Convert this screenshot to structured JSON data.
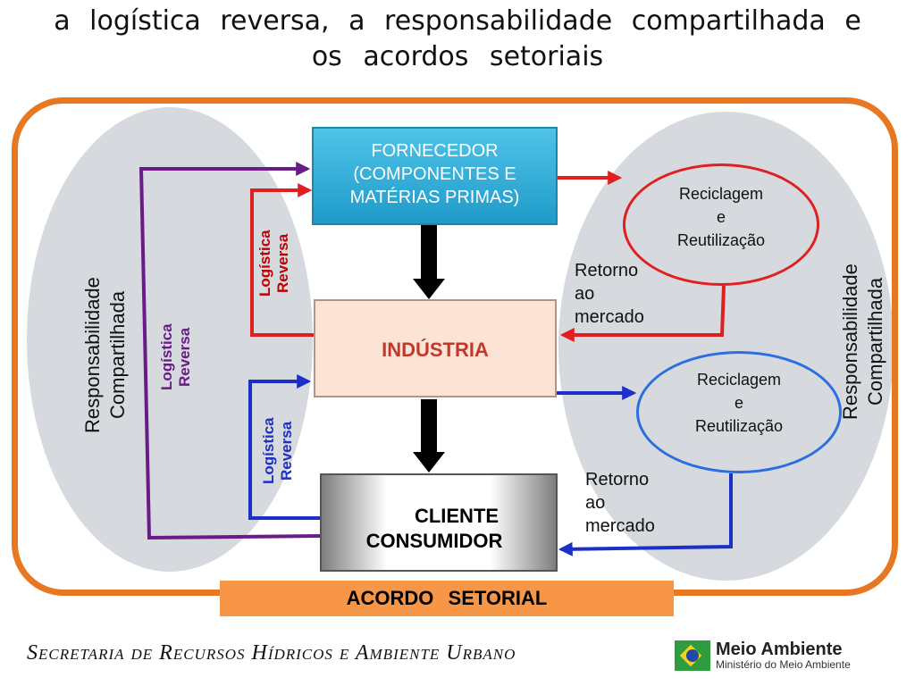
{
  "title": {
    "line1": "a logística reversa, a responsabilidade compartilhada e",
    "line2": "os acordos setoriais"
  },
  "boxes": {
    "fornecedor": {
      "line1": "FORNECEDOR",
      "line2": "(COMPONENTES E",
      "line3": "MATÉRIAS PRIMAS)"
    },
    "industria": "INDÚSTRIA",
    "cliente": {
      "line1": "CLIENTE",
      "line2": "CONSUMIDOR"
    }
  },
  "ellipses": {
    "top": {
      "line1": "Reciclagem",
      "line2": "e",
      "line3": "Reutilização"
    },
    "bottom": {
      "line1": "Reciclagem",
      "line2": "e",
      "line3": "Reutilização"
    }
  },
  "retorno": {
    "top": {
      "line1": "Retorno",
      "line2": "ao",
      "line3": "mercado"
    },
    "bottom": {
      "line1": "Retorno",
      "line2": "ao",
      "line3": "mercado"
    }
  },
  "logistica": {
    "red": {
      "line1": "Logística",
      "line2": "Reversa"
    },
    "purple": {
      "line1": "Logística",
      "line2": "Reversa"
    },
    "blue": {
      "line1": "Logística",
      "line2": "Reversa"
    }
  },
  "responsabilidade": {
    "left": {
      "line1": "Responsabilidade",
      "line2": "Compartilhada"
    },
    "right": {
      "line1": "Responsabilidade",
      "line2": "Compartilhada"
    }
  },
  "acordo": "ACORDO SETORIAL",
  "footer": "Secretaria de Recursos Hídricos e Ambiente Urbano",
  "logo": {
    "name": "Meio Ambiente",
    "subtitle": "Ministério do Meio Ambiente"
  },
  "colors": {
    "frame": "#e87722",
    "red_flow": "#e02020",
    "blue_flow": "#1c2fc7",
    "purple_flow": "#6a1b8a",
    "acordo_bg": "#f79646"
  }
}
